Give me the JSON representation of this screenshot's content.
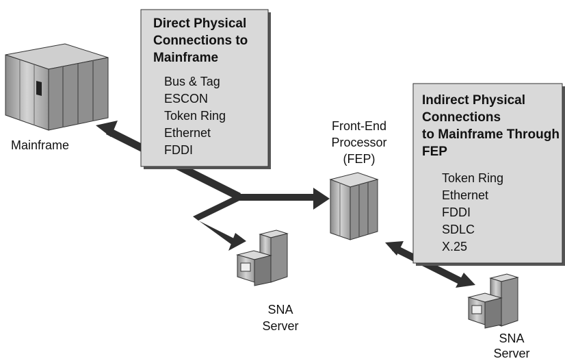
{
  "direct_box": {
    "title_lines": [
      "Direct Physical",
      "Connections to",
      "Mainframe"
    ],
    "items": [
      "Bus & Tag",
      "ESCON",
      "Token Ring",
      "Ethernet",
      "FDDI"
    ]
  },
  "indirect_box": {
    "title_lines": [
      "Indirect Physical",
      "Connections",
      "to Mainframe Through",
      "FEP"
    ],
    "items": [
      "Token Ring",
      "Ethernet",
      "FDDI",
      "SDLC",
      "X.25"
    ]
  },
  "nodes": {
    "mainframe": {
      "label_lines": [
        "Mainframe"
      ],
      "icon": "mainframe-icon"
    },
    "fep": {
      "label_lines": [
        "Front-End",
        "Processor",
        "(FEP)"
      ],
      "icon": "server-rack-icon"
    },
    "sna_server_1": {
      "label_lines": [
        "SNA",
        "Server"
      ],
      "icon": "server-icon"
    },
    "sna_server_2": {
      "label_lines": [
        "SNA",
        "Server"
      ],
      "icon": "server-icon"
    }
  },
  "colors": {
    "box_fill": "#d9d9d9",
    "box_stroke": "#333333",
    "arrow": "#2f2f2f",
    "device_light": "#cfcfcf",
    "device_dark": "#7a7a7a"
  }
}
